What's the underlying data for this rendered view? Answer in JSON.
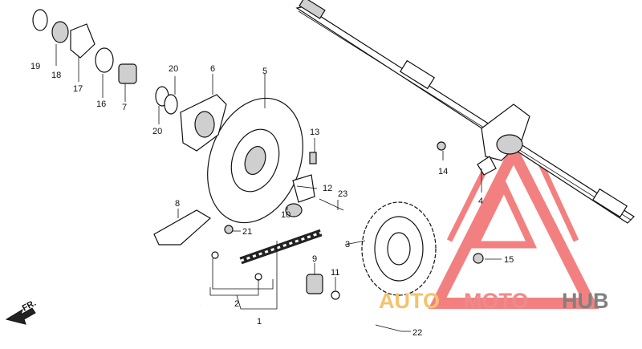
{
  "diagram": {
    "part_labels": [
      "1",
      "2",
      "3",
      "4",
      "5",
      "6",
      "7",
      "8",
      "9",
      "10",
      "11",
      "12",
      "13",
      "14",
      "15",
      "16",
      "17",
      "18",
      "19",
      "20",
      "20",
      "21",
      "22",
      "23"
    ],
    "direction_label": "FR."
  },
  "watermark": {
    "word_auto": "AUTO",
    "word_moto": "MOTO",
    "word_hub": "HUB",
    "colors": {
      "auto": "#f5c26b",
      "moto": "#f08a8a",
      "hub": "#808080",
      "triangle": "#f26b6b"
    }
  }
}
